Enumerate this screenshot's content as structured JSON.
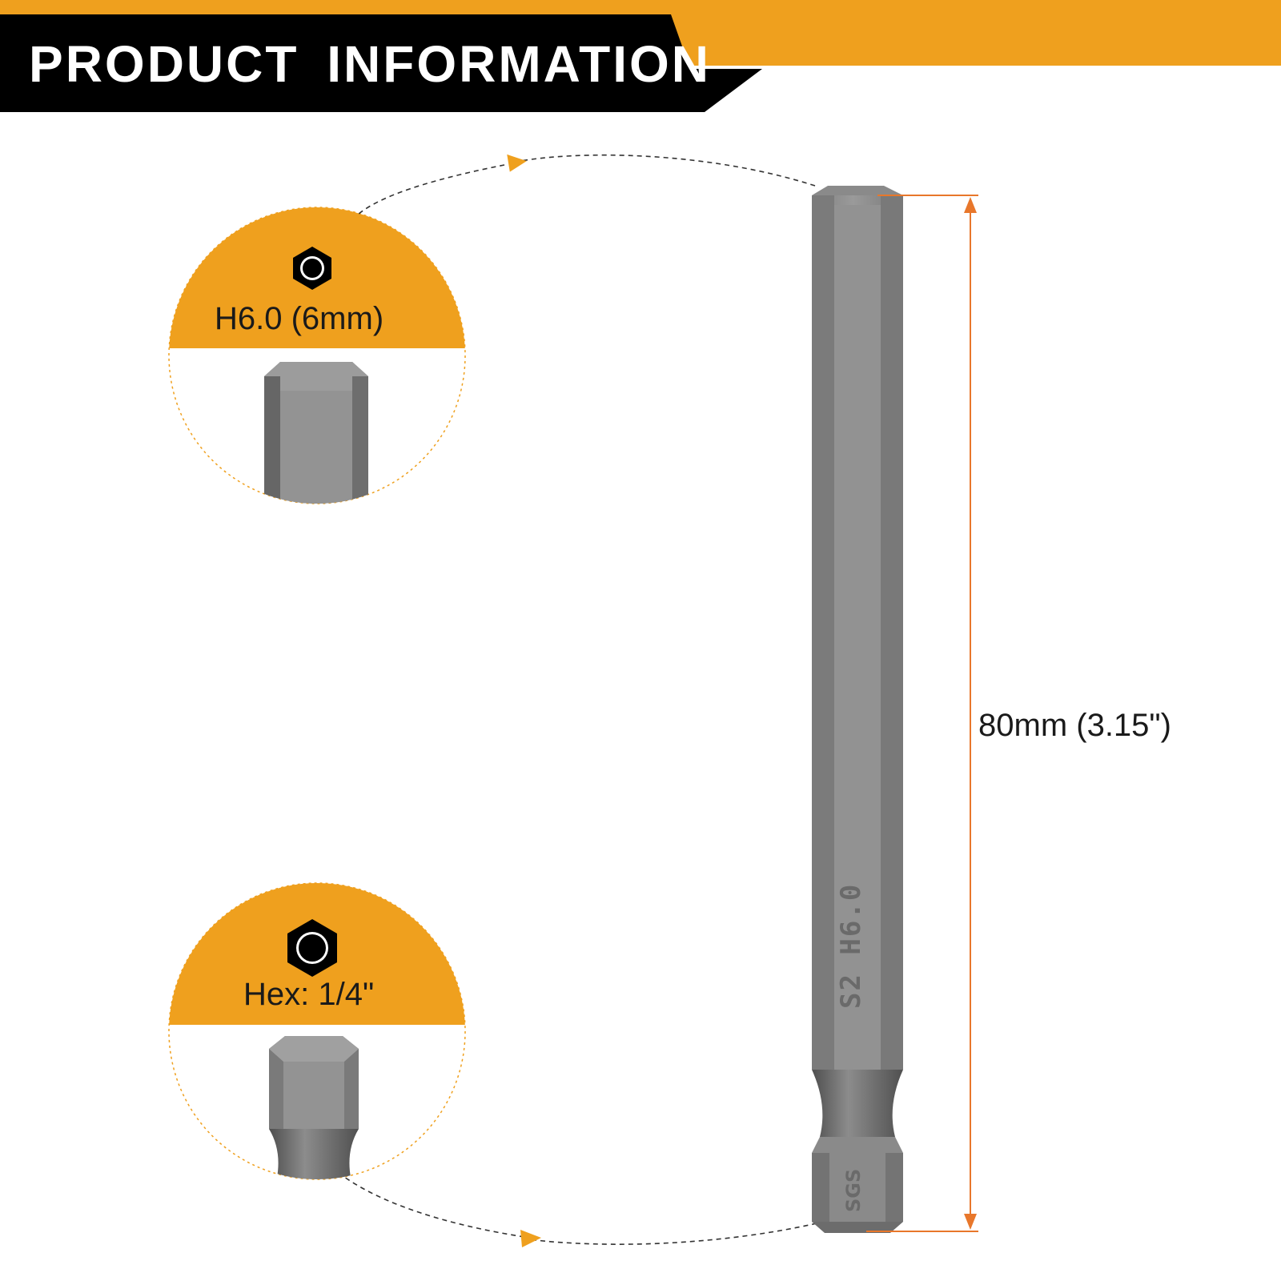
{
  "header": {
    "title": "PRODUCT  INFORMATION"
  },
  "callouts": [
    {
      "label": "H6.0 (6mm)",
      "icon": "hexagon-icon"
    },
    {
      "label": "Hex: 1/4\"",
      "icon": "hexagon-icon"
    }
  ],
  "dimension": {
    "length_label": "80mm (3.15\")"
  },
  "bit_marking": {
    "text": "S2 H6.0",
    "brand": "SGS"
  },
  "colors": {
    "accent": "#EFA01E",
    "header_black": "#000000",
    "dimension_line": "#E8772B",
    "steel": "#8E8E8E"
  }
}
